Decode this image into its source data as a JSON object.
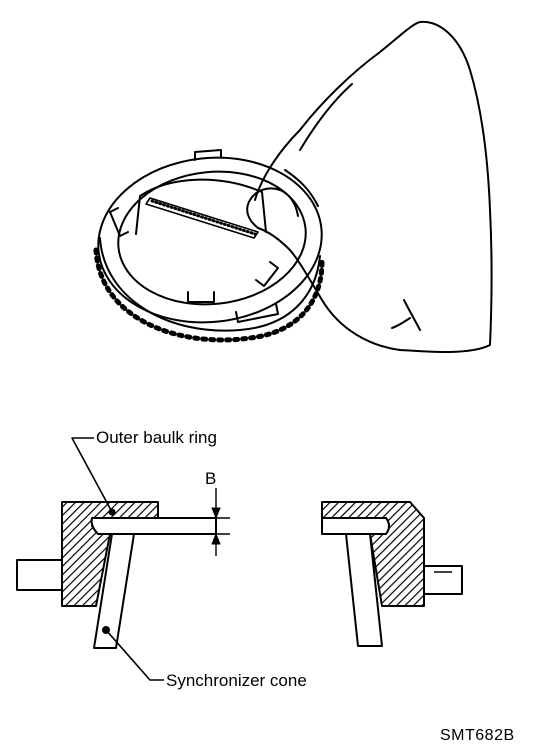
{
  "labels": {
    "outer_baulk_ring": "Outer baulk ring",
    "synchronizer_cone": "Synchronizer cone",
    "clearance": "B",
    "figure_code": "SMT682B"
  }
}
